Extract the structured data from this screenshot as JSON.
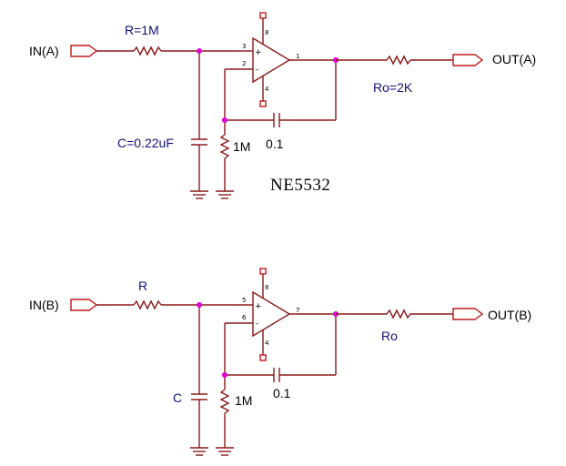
{
  "colors": {
    "wire": "#8b1a1a",
    "junction": "#e000d8",
    "label_text": "#10107a",
    "port_outline": "#c01818"
  },
  "circuit_a": {
    "input_port": "IN(A)",
    "output_port": "OUT(A)",
    "series_resistor": "R=1M",
    "shunt_capacitor": "C=0.22uF",
    "feedback_capacitor": "0.1",
    "ground_resistor": "1M",
    "output_resistor": "Ro=2K",
    "chip_label": "NE5532",
    "pins": {
      "noninverting": "3",
      "inverting": "2",
      "output": "1",
      "v_plus": "8",
      "v_minus": "4"
    }
  },
  "circuit_b": {
    "input_port": "IN(B)",
    "output_port": "OUT(B)",
    "series_resistor": "R",
    "shunt_capacitor": "C",
    "feedback_capacitor": "0.1",
    "ground_resistor": "1M",
    "output_resistor": "Ro",
    "pins": {
      "noninverting": "5",
      "inverting": "6",
      "output": "7",
      "v_plus": "8",
      "v_minus": "4"
    }
  },
  "opamp_signs": {
    "plus": "+",
    "minus": "-"
  },
  "icons": [
    "input-port-icon",
    "output-port-icon",
    "resistor-icon",
    "capacitor-icon",
    "ground-icon",
    "opamp-icon",
    "junction-dot-icon",
    "power-pin-icon"
  ]
}
